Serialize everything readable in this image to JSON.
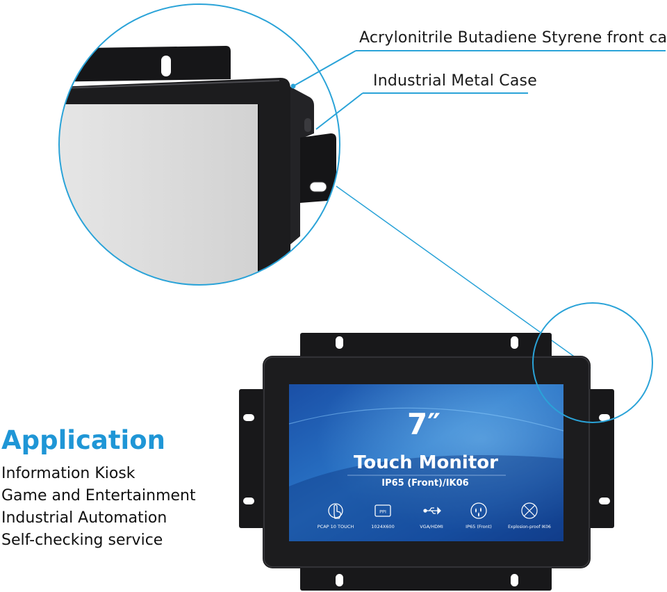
{
  "callouts": {
    "front_case": "Acrylonitrile Butadiene Styrene front case",
    "metal_case": "Industrial Metal Case"
  },
  "application": {
    "title": "Application",
    "items": [
      "Information Kiosk",
      "Game and Entertainment",
      "Industrial Automation",
      "Self-checking service"
    ]
  },
  "screen": {
    "size": "7″",
    "title": "Touch Monitor",
    "subtitle": "IP65 (Front)/IK06",
    "features": [
      {
        "icon": "touch-icon",
        "label": "PCAP 10 TOUCH"
      },
      {
        "icon": "ppi-icon",
        "label": "1024X600",
        "badge": "PPI"
      },
      {
        "icon": "usb-icon",
        "label": "VGA/HDMI"
      },
      {
        "icon": "water-drops-icon",
        "label": "IP65 (Front)"
      },
      {
        "icon": "explosion-proof-icon",
        "label": "Explosion-proof IK06"
      }
    ]
  },
  "colors": {
    "accent": "#1f96d6",
    "callout_line": "#2aa3d8",
    "screen_blue": "#1f5fb0",
    "bezel": "#1c1c1e"
  }
}
